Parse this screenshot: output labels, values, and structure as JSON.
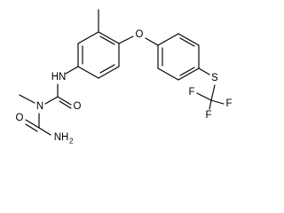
{
  "structure": {
    "atoms": {
      "oxygen_ether": "O",
      "sulfur": "S",
      "fluorine_1": "F",
      "fluorine_2": "F",
      "fluorine_3": "F",
      "nh_linker": "HN",
      "nitrogen_methyl": "N",
      "oxygen_carbonyl_1": "O",
      "oxygen_carbonyl_2": "O",
      "amine": "NH",
      "amine_subscript": "2"
    },
    "colors": {
      "ink": "#000000",
      "background": "#ffffff"
    }
  }
}
